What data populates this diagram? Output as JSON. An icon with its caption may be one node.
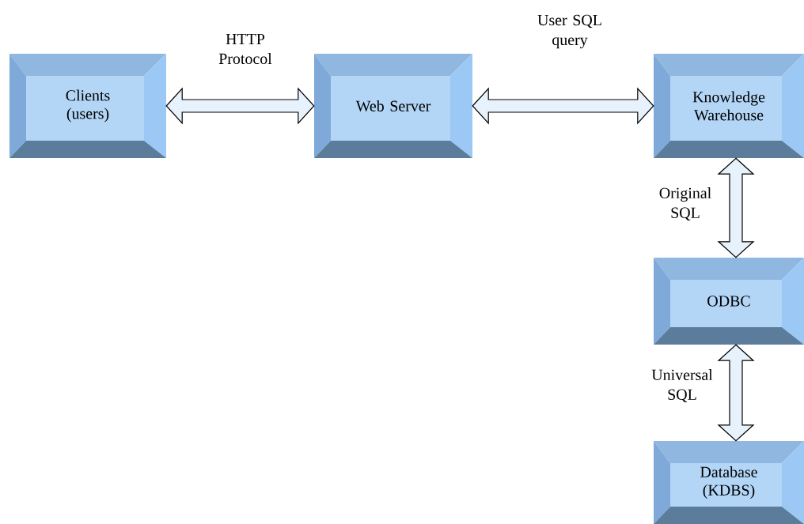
{
  "diagram": {
    "nodes": [
      {
        "text": [
          "Clients (users)"
        ]
      },
      {
        "text": [
          "Web Server"
        ]
      },
      {
        "text": [
          "Knowledge Warehouse"
        ]
      },
      {
        "text": [
          "ODBC"
        ]
      },
      {
        "text": [
          "Database (KDBS)"
        ]
      }
    ],
    "edges": [
      {
        "from": 0,
        "to": 1,
        "arrow": "both",
        "label": "HTTP Protocol"
      },
      {
        "from": 1,
        "to": 2,
        "arrow": "both",
        "label": "User SQL query"
      },
      {
        "from": 2,
        "to": 3,
        "arrow": "both",
        "label": "Original SQL"
      },
      {
        "from": 3,
        "to": 4,
        "arrow": "both",
        "label": "Universal SQL"
      }
    ]
  }
}
